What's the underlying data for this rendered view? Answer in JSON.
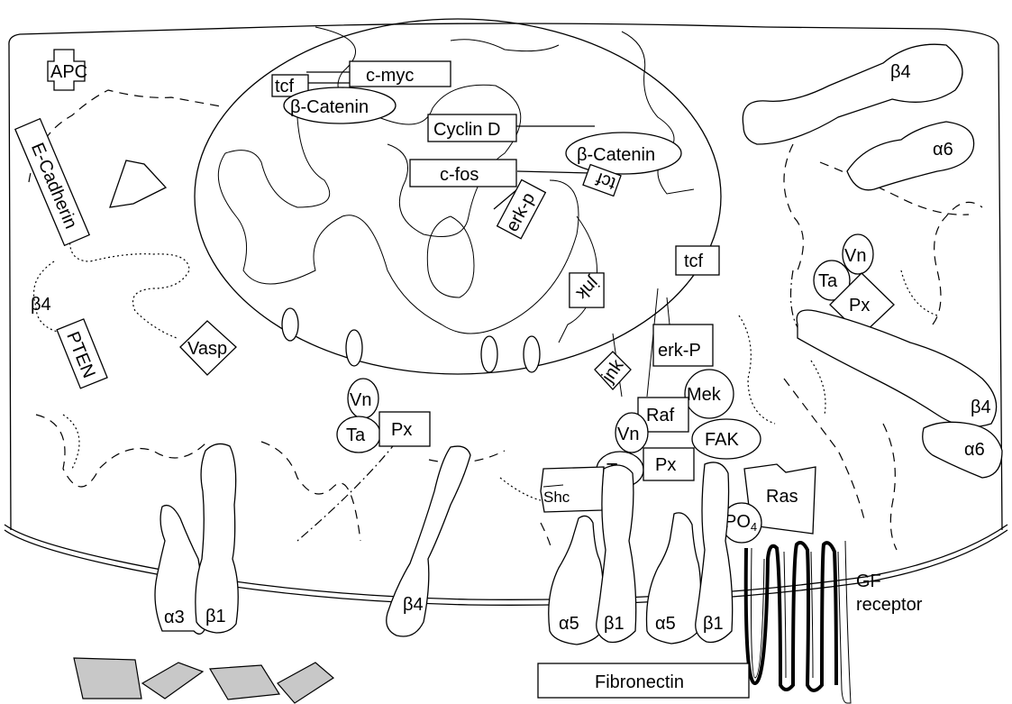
{
  "labels": {
    "apc": "APC",
    "e_cadherin": "E-Cadherin",
    "beta4_left": "β4",
    "pten": "PTEN",
    "vasp": "Vasp",
    "tcf_nuc": "tcf",
    "c_myc": "c-myc",
    "beta_catenin_1": "β-Catenin",
    "cyclin_d": "Cyclin D",
    "beta_catenin_2": "β-Catenin",
    "c_fos": "c-fos",
    "tcf_rot": "tcf",
    "erk_p_nuc": "erk-p",
    "jnk_nuc": "jnk",
    "tcf_cyto": "tcf",
    "jnk_cyto": "jnk",
    "erk_p_cyto": "erk-P",
    "mek": "Mek",
    "raf": "Raf",
    "fak": "FAK",
    "vn_center": "Vn",
    "ta_center": "Ta",
    "px_center": "Px",
    "vn_left": "Vn",
    "ta_left": "Ta",
    "px_left": "Px",
    "vn_right": "Vn",
    "ta_right": "Ta",
    "px_right": "Px",
    "shc": "Shc",
    "ras": "Ras",
    "po4": "PO",
    "po4_sub": "4",
    "beta4_top_right": "β4",
    "alpha6_top_right": "α6",
    "beta4_right": "β4",
    "alpha6_right": "α6",
    "alpha3": "α3",
    "beta1_left": "β1",
    "beta4_membrane": "β4",
    "alpha5_a": "α5",
    "beta1_a": "β1",
    "alpha5_b": "α5",
    "beta1_b": "β1",
    "gf_line1": "GF",
    "gf_line2": "receptor",
    "fibronectin": "Fibronectin"
  }
}
